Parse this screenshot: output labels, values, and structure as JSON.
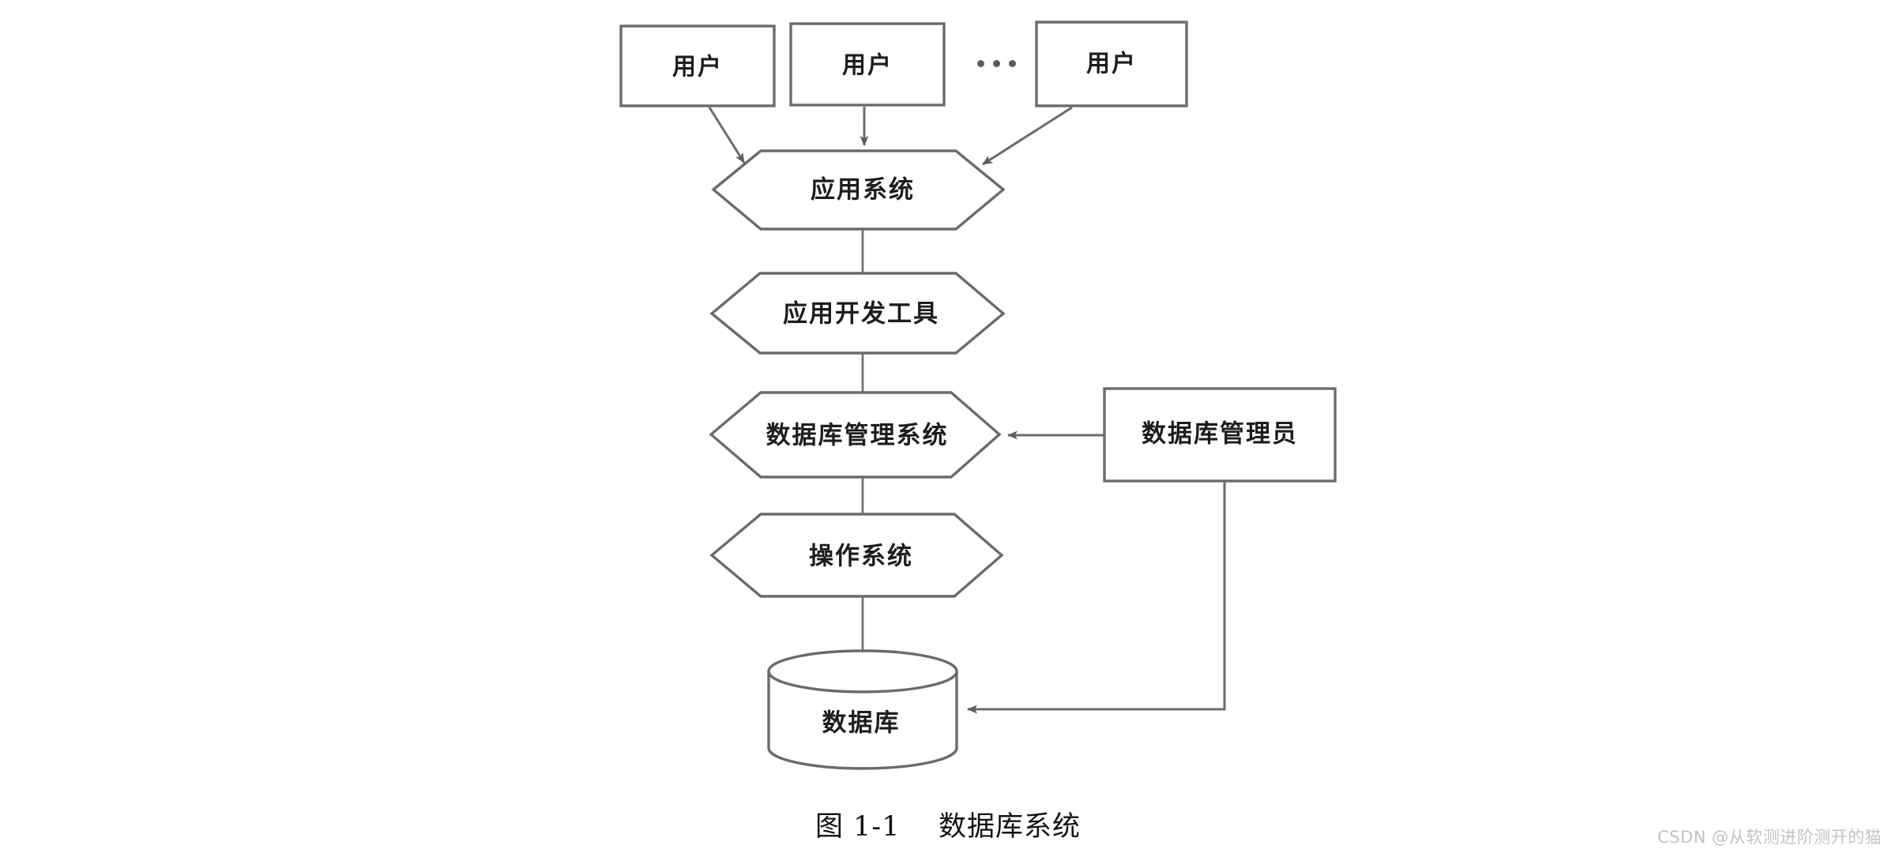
{
  "figure": {
    "caption": "图 1-1    数据库系统",
    "watermark": "CSDN @从软测进阶测开的猫",
    "background_color": "#ffffff",
    "stroke_color": "#6b6b6b",
    "text_color": "#1d1d1d"
  },
  "nodes": {
    "user_1": {
      "label": "用户",
      "shape": "rectangle"
    },
    "user_2": {
      "label": "用户",
      "shape": "rectangle"
    },
    "user_3": {
      "label": "用户",
      "shape": "rectangle"
    },
    "ellipsis": {
      "label": "···",
      "shape": "dots",
      "dot_count": 3
    },
    "application_system": {
      "label": "应用系统",
      "shape": "hexagon"
    },
    "application_dev_tools": {
      "label": "应用开发工具",
      "shape": "hexagon"
    },
    "dbms": {
      "label": "数据库管理系统",
      "shape": "hexagon"
    },
    "operating_system": {
      "label": "操作系统",
      "shape": "hexagon"
    },
    "database": {
      "label": "数据库",
      "shape": "cylinder"
    },
    "dba": {
      "label": "数据库管理员",
      "shape": "rectangle"
    }
  },
  "edges": [
    {
      "from": "user_1",
      "to": "application_system",
      "arrow": true
    },
    {
      "from": "user_2",
      "to": "application_system",
      "arrow": true
    },
    {
      "from": "user_3",
      "to": "application_system",
      "arrow": true
    },
    {
      "from": "application_system",
      "to": "application_dev_tools",
      "arrow": false
    },
    {
      "from": "application_dev_tools",
      "to": "dbms",
      "arrow": false
    },
    {
      "from": "dbms",
      "to": "operating_system",
      "arrow": false
    },
    {
      "from": "operating_system",
      "to": "database",
      "arrow": false
    },
    {
      "from": "dba",
      "to": "dbms",
      "arrow": true
    },
    {
      "from": "dba",
      "to": "database",
      "arrow": true
    }
  ]
}
